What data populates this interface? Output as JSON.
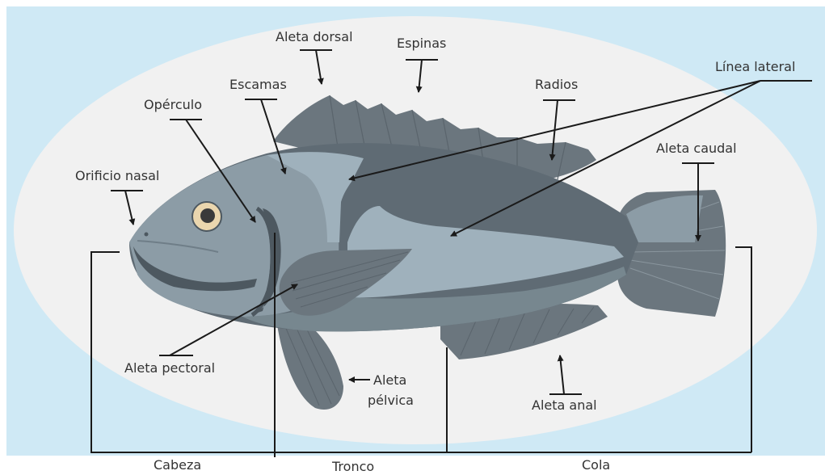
{
  "labels": {
    "aleta_dorsal": "Aleta dorsal",
    "espinas": "Espinas",
    "linea_lateral": "Línea lateral",
    "escamas": "Escamas",
    "radios": "Radios",
    "operculo": "Opérculo",
    "aleta_caudal": "Aleta caudal",
    "orificio_nasal": "Orificio nasal",
    "aleta_pectoral": "Aleta pectoral",
    "aleta_pelvica_1": "Aleta",
    "aleta_pelvica_2": "pélvica",
    "aleta_anal": "Aleta anal",
    "cabeza": "Cabeza",
    "tronco": "Tronco",
    "cola": "Cola"
  },
  "colors": {
    "background_band": "#cfe9f5",
    "ellipse": "#f1f1f1",
    "body_dark": "#5f6b74",
    "body_mid": "#7f909b",
    "body_light": "#9fb1bc",
    "fin": "#6b767e",
    "line": "#1a1a1a",
    "text": "#333333"
  }
}
